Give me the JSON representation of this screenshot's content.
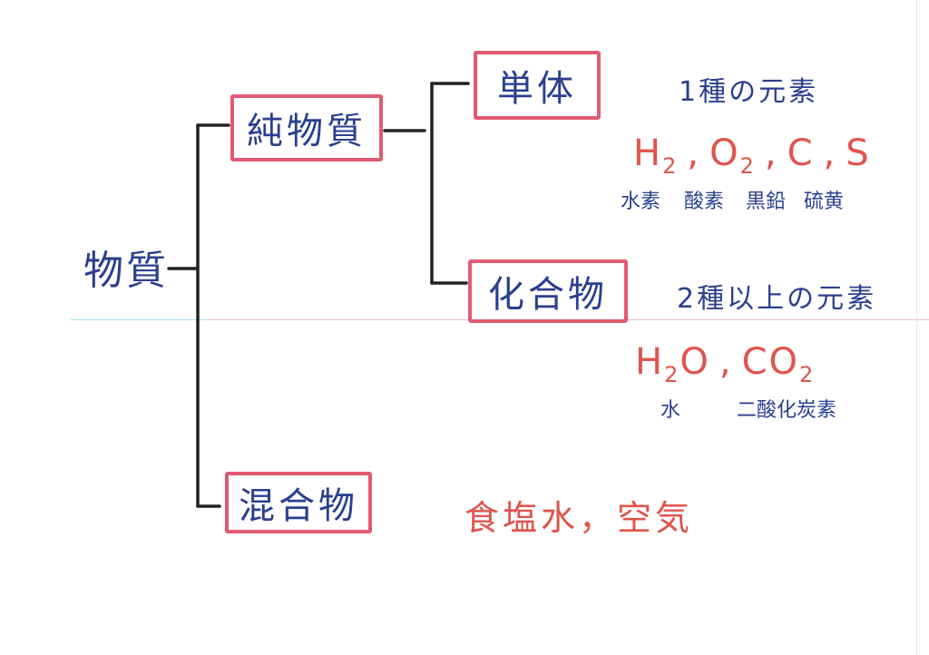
{
  "root": {
    "label": "物質"
  },
  "nodes": {
    "pure": {
      "label": "純物質"
    },
    "element": {
      "label": "単体"
    },
    "compound": {
      "label": "化合物"
    },
    "mixture": {
      "label": "混合物"
    }
  },
  "element_info": {
    "description": "1種の元素",
    "formulas": [
      {
        "base": "H",
        "sub": "2"
      },
      {
        "sep": ","
      },
      {
        "base": "O",
        "sub": "2"
      },
      {
        "sep": ","
      },
      {
        "base": "C"
      },
      {
        "sep": ","
      },
      {
        "base": "S"
      }
    ],
    "names": [
      "水素",
      "酸素",
      "黒鉛",
      "硫黄"
    ]
  },
  "compound_info": {
    "description": "2種以上の元素",
    "formulas": [
      {
        "base": "H",
        "sub": "2",
        "tail": "O"
      },
      {
        "sep": ","
      },
      {
        "base": "CO",
        "sub": "2"
      }
    ],
    "names": [
      "水",
      "二酸化炭素"
    ]
  },
  "mixture_info": {
    "examples": "食塩水，空気"
  },
  "colors": {
    "box_border": "#e05a72",
    "text_blue": "#2b3f8f",
    "text_red": "#e0544c",
    "tree_line": "#222222",
    "guide_cyan": "#a6e3ef",
    "guide_pink": "#f2b9c9"
  }
}
